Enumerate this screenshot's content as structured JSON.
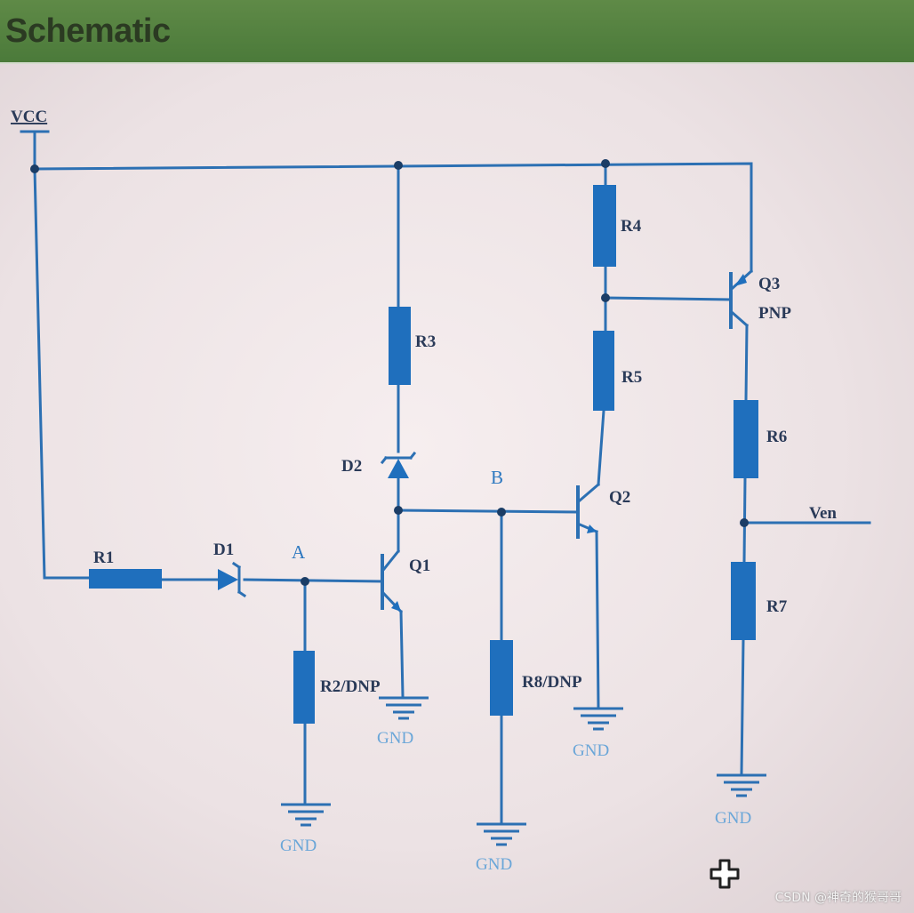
{
  "header": {
    "title": "Schematic"
  },
  "labels": {
    "vcc": "VCC",
    "r1": "R1",
    "r2": "R2/DNP",
    "r3": "R3",
    "r4": "R4",
    "r5": "R5",
    "r6": "R6",
    "r7": "R7",
    "r8": "R8/DNP",
    "d1": "D1",
    "d2": "D2",
    "q1": "Q1",
    "q2": "Q2",
    "q3": "Q3",
    "q3_type": "PNP",
    "node_a": "A",
    "node_b": "B",
    "ven": "Ven",
    "gnd": "GND"
  },
  "watermark": "CSDN @神奇的猴哥哥",
  "colors": {
    "wire": "#2c70b3",
    "component": "#1f6fbd",
    "header": "#4b7a3a"
  },
  "icons": {
    "cursor": "move-cursor-icon"
  }
}
